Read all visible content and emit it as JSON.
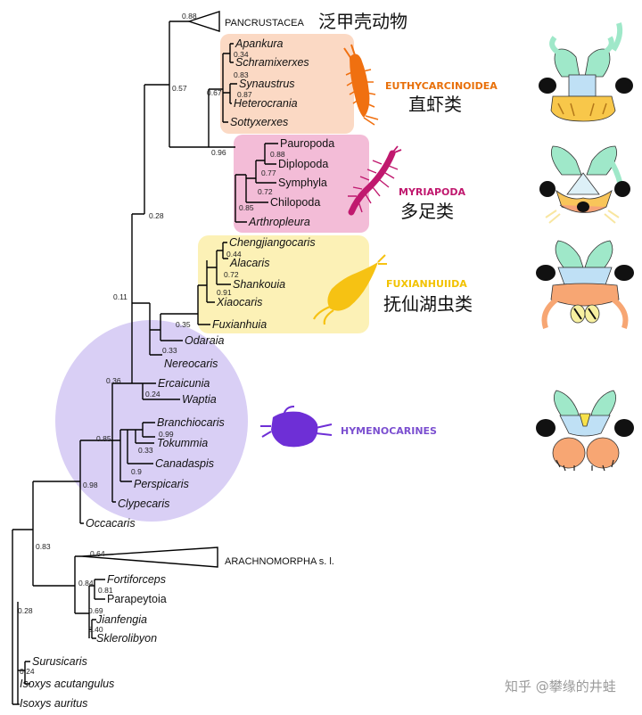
{
  "groups": {
    "pancrustacea": {
      "label": "PANCRUSTACEA",
      "chinese": "泛甲壳动物"
    },
    "euthycarcinoidea": {
      "label": "EUTHYCARCINOIDEA",
      "chinese": "直虾类",
      "color": "#e8700a",
      "box": "#fbd9c4"
    },
    "myriapoda": {
      "label": "MYRIAPODA",
      "chinese": "多足类",
      "color": "#c0186e",
      "box": "#f3bcd7"
    },
    "fuxianhuiida": {
      "label": "FUXIANHUIIDA",
      "chinese": "抚仙湖虫类",
      "color": "#f2c200",
      "box": "#fcf1b6"
    },
    "hymenocarines": {
      "label": "HYMENOCARINES",
      "color": "#7b4fd0",
      "box": "#d9cff5"
    },
    "arachnomorpha": {
      "label": "ARACHNOMORPHA s. l."
    }
  },
  "taxa": [
    "Apankura",
    "Schramixerxes",
    "Synaustrus",
    "Heterocrania",
    "Sottyxerxes",
    "Pauropoda",
    "Diplopoda",
    "Symphyla",
    "Chilopoda",
    "Arthropleura",
    "Chengjiangocaris",
    "Alacaris",
    "Shankouia",
    "Xiaocaris",
    "Fuxianhuia",
    "Odaraia",
    "Nereocaris",
    "Ercaicunia",
    "Waptia",
    "Branchiocaris",
    "Tokummia",
    "Canadaspis",
    "Perspicaris",
    "Clypecaris",
    "Occacaris",
    "Fortiforceps",
    "Parapeytoia",
    "Jianfengia",
    "Sklerolibyon",
    "Surusicaris",
    "Isoxys acutangulus",
    "Isoxys auritus"
  ],
  "support": [
    "0.88",
    "0.57",
    "0.34",
    "0.83",
    "0.87",
    "0.67",
    "0.96",
    "0.88",
    "0.77",
    "0.72",
    "0.85",
    "0.28",
    "0.44",
    "0.72",
    "0.91",
    "0.35",
    "0.33",
    "0.11",
    "0.36",
    "0.24",
    "0.99",
    "0.33",
    "0.9",
    "0.85",
    "0.98",
    "0.83",
    "0.64",
    "0.81",
    "0.84",
    "0.69",
    "0.40",
    "0.28",
    "0.24"
  ],
  "watermark": "知乎 @攀缘的井蛙",
  "icons": {
    "euthycarcinoid_silhouette": "centipede-like-orange",
    "myriapod_silhouette": "millipede-magenta",
    "fuxianhuiid_silhouette": "fuxianhuia-yellow",
    "hymenocarine_silhouette": "bivalved-arthropod-purple",
    "head_diagrams": "cephalic-appendage-schematics"
  }
}
